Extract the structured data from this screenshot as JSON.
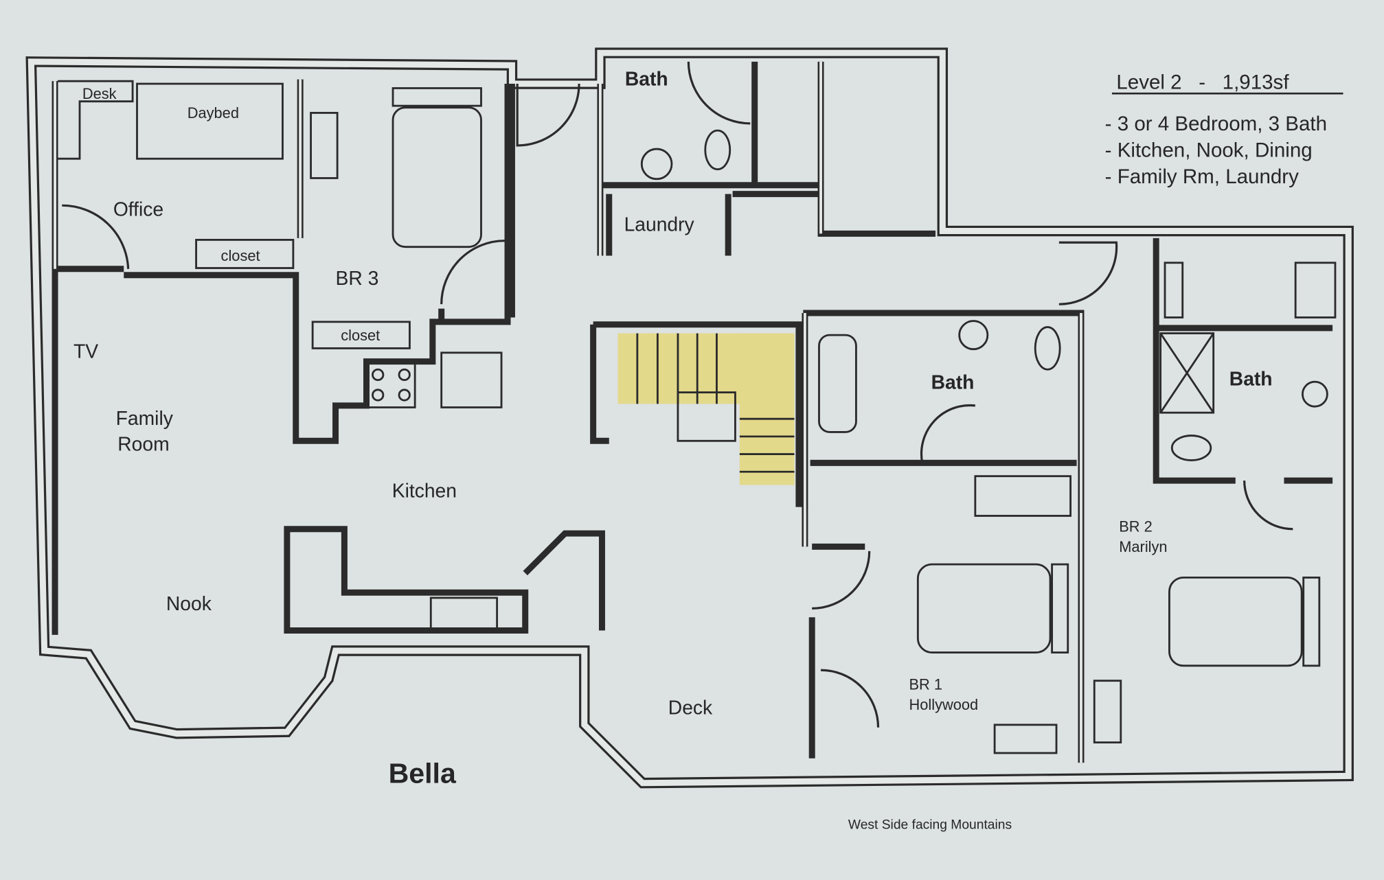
{
  "header": {
    "title": "Level 2   -   1,913sf",
    "features": [
      "- 3 or 4 Bedroom, 3 Bath",
      "- Kitchen, Nook, Dining",
      "- Family Rm, Laundry"
    ]
  },
  "rooms": {
    "desk": "Desk",
    "daybed": "Daybed",
    "office": "Office",
    "closet_office": "closet",
    "br3": "BR 3",
    "closet_br3": "closet",
    "tv": "TV",
    "family_room_1": "Family",
    "family_room_2": "Room",
    "kitchen": "Kitchen",
    "nook": "Nook",
    "bath_top": "Bath",
    "laundry": "Laundry",
    "bath_middle": "Bath",
    "bath_right": "Bath",
    "br2_1": "BR 2",
    "br2_2": "Marilyn",
    "br1_1": "BR 1",
    "br1_2": "Hollywood",
    "deck": "Deck"
  },
  "unit_name": "Bella",
  "orientation_note": "West Side facing Mountains",
  "colors": {
    "background": "#dde2e2",
    "walls": "#2b2b2b",
    "stairs": "#e3d98a"
  }
}
